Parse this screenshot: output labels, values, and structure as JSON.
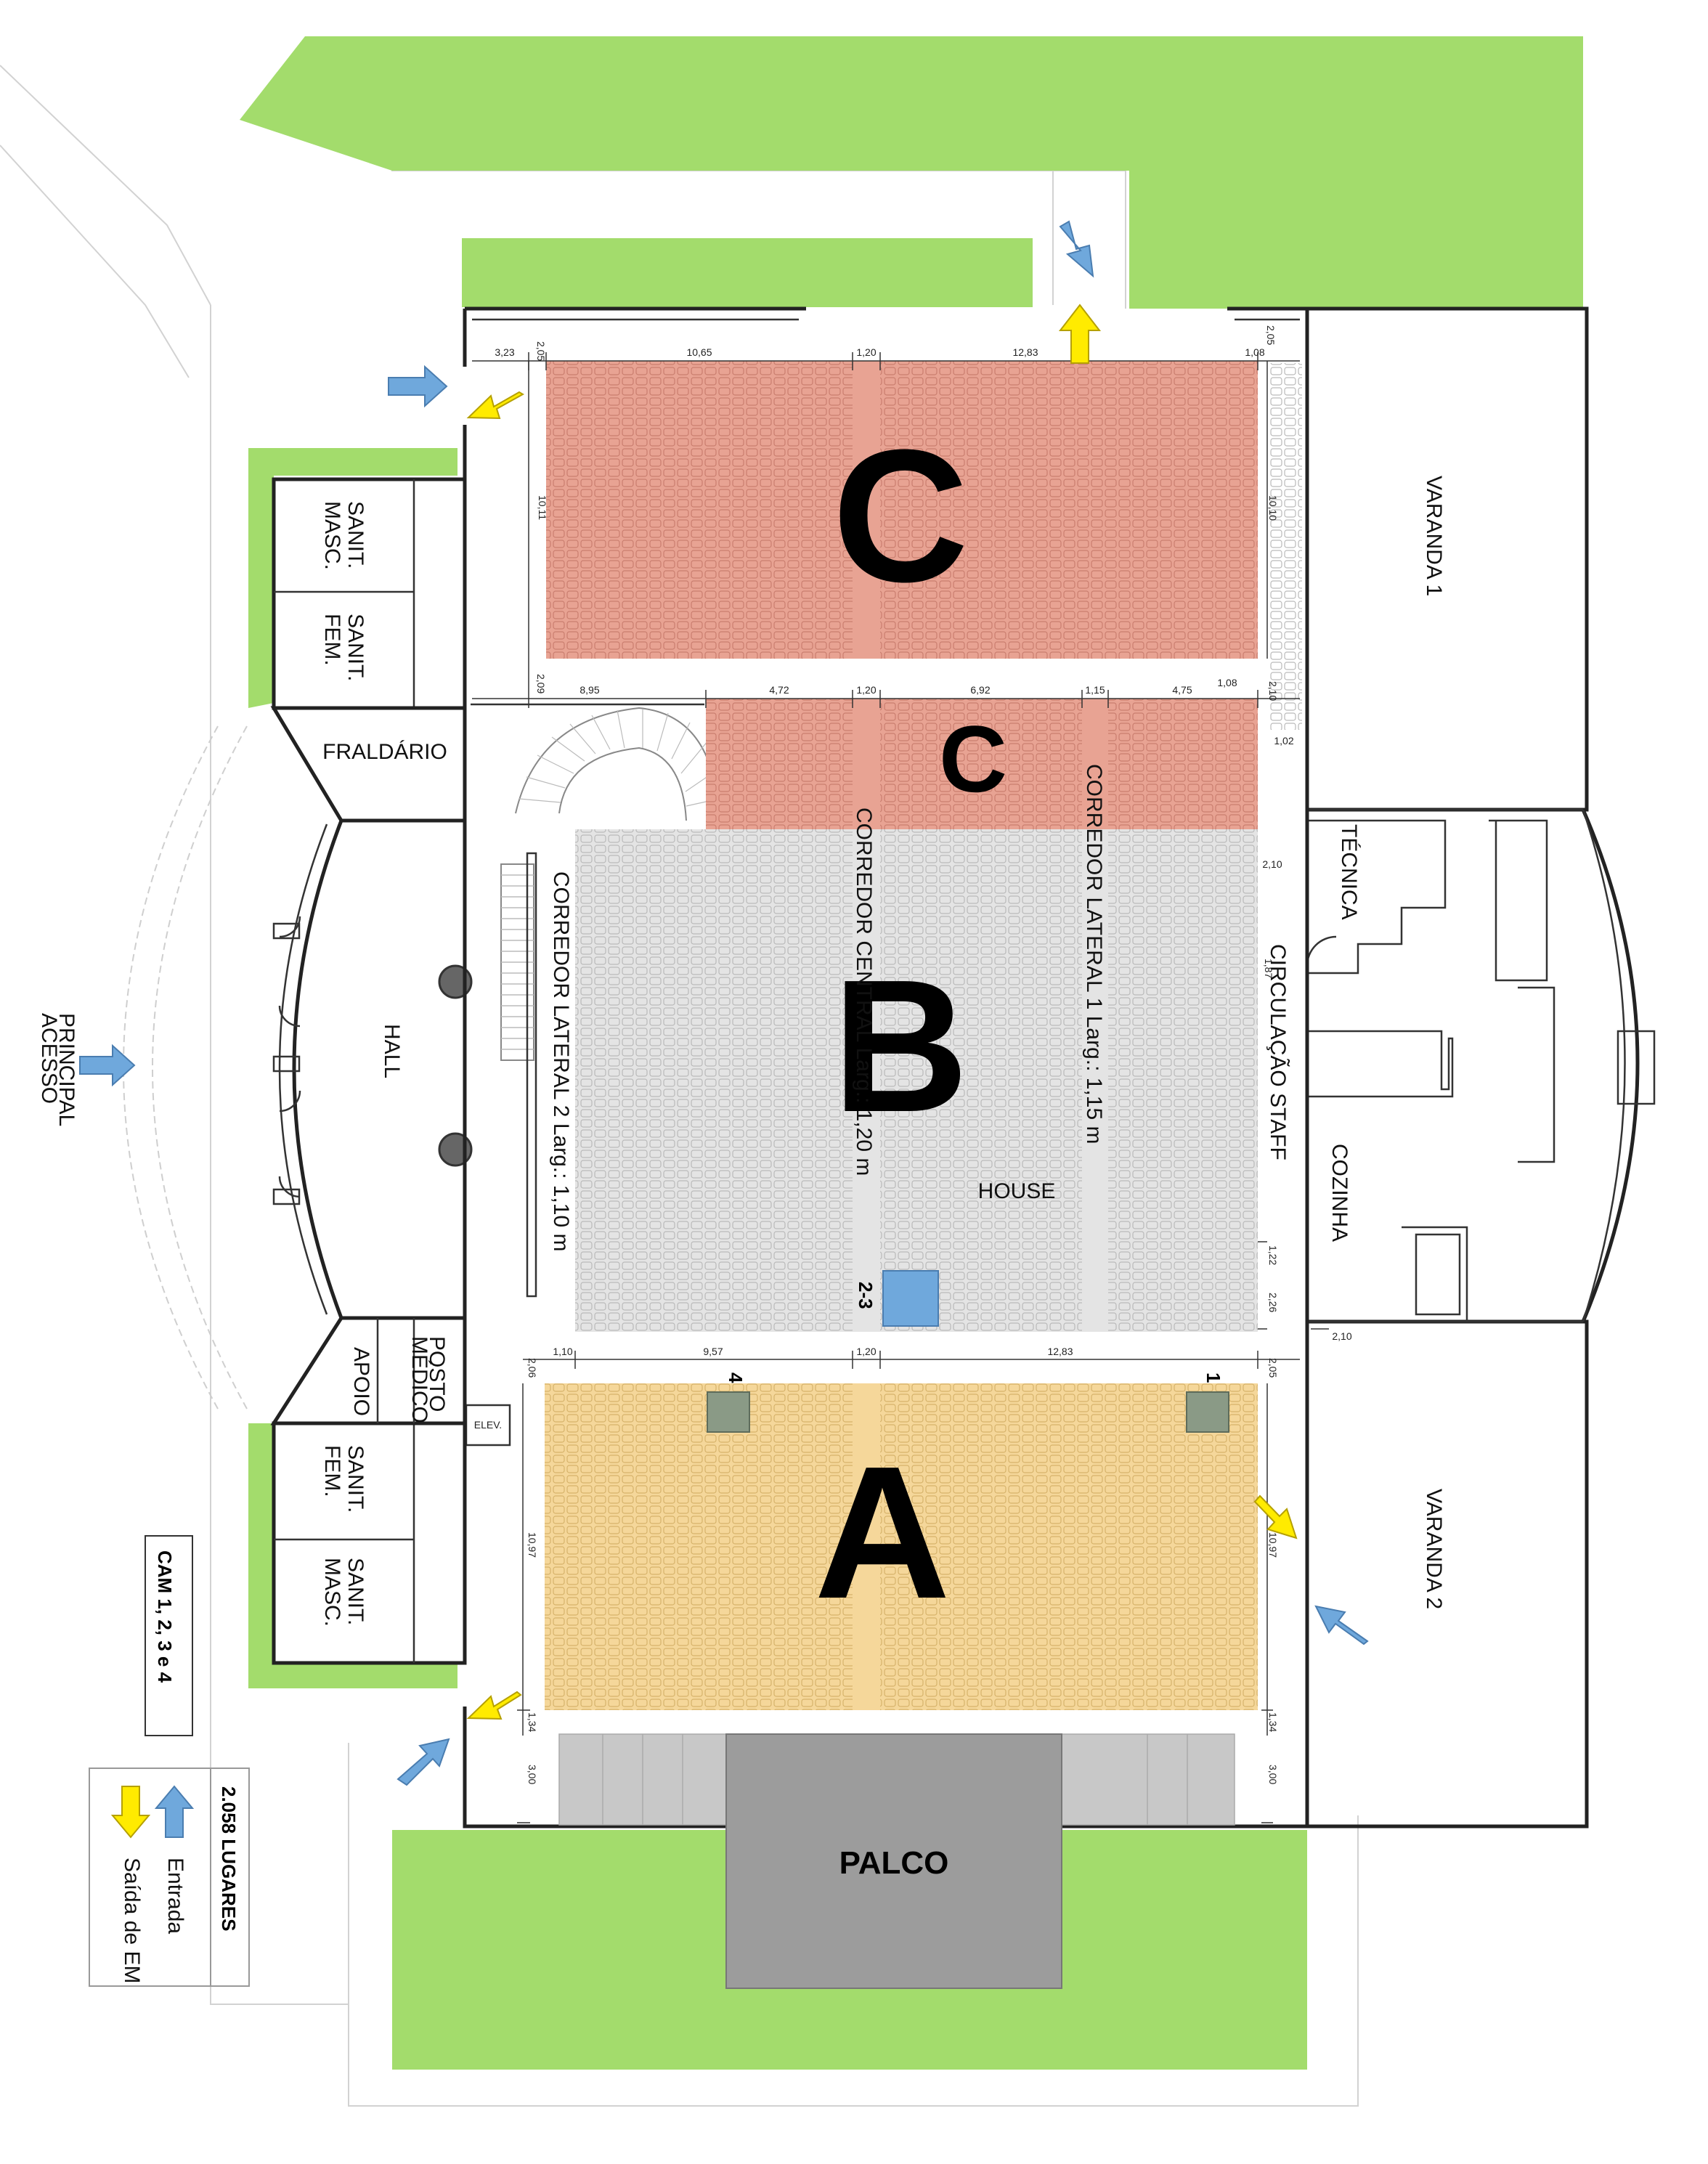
{
  "sections": {
    "c_large": "C",
    "c_small": "C",
    "b": "B",
    "a": "A"
  },
  "rooms": {
    "varanda1": "VARANDA 1",
    "varanda2": "VARANDA 2",
    "tecnica": "TÉCNICA",
    "cozinha": "COZINHA",
    "hall": "HALL",
    "fraldario": "FRALDÁRIO",
    "sanit_masc_top_1": "SANIT.",
    "sanit_masc_top_2": "MASC.",
    "sanit_fem_top_1": "SANIT.",
    "sanit_fem_top_2": "FEM.",
    "sanit_fem_bot_1": "SANIT.",
    "sanit_fem_bot_2": "FEM.",
    "sanit_masc_bot_1": "SANIT.",
    "sanit_masc_bot_2": "MASC.",
    "apoio": "APOIO",
    "posto_1": "POSTO",
    "posto_2": "MÉDICO",
    "elev": "ELEV.",
    "palco": "PALCO",
    "house": "HOUSE",
    "acesso_1": "ACESSO",
    "acesso_2": "PRINCIPAL"
  },
  "corridors": {
    "central": "CORREDOR CENTRAL Larg.: 1,20 m",
    "lateral1": "CORREDOR LATERAL 1  Larg.: 1,15 m",
    "lateral2": "CORREDOR LATERAL 2  Larg.: 1,10 m",
    "staff": "CIRCULAÇÃO STAFF"
  },
  "cameras": {
    "cam_23": "2-3",
    "cam_4": "4",
    "cam_1": "1",
    "box": "CAM 1, 2, 3 e 4"
  },
  "legend": {
    "lugares": "2.058 LUGARES",
    "entrada": "Entrada",
    "saida": "Saída de EM"
  },
  "dimensions": {
    "top_323": "3,23",
    "top_205a": "2,05",
    "top_1065": "10,65",
    "top_120a": "1,20",
    "top_1283a": "12,83",
    "top_108a": "1,08",
    "top_205b": "2,05",
    "c_1011": "10,11",
    "c_1010": "10,10",
    "mid_209": "2,09",
    "mid_895": "8,95",
    "mid_472": "4,72",
    "mid_120b": "1,20",
    "mid_692": "6,92",
    "mid_115": "1,15",
    "mid_475": "4,75",
    "mid_108b": "1,08",
    "mid_210": "2,10",
    "mid_102": "1,02",
    "b_210": "2,10",
    "b_187": "1,87",
    "b_122": "1,22",
    "b_226": "2,26",
    "b_210b": "2,10",
    "a_110": "1,10",
    "a_206": "2,06",
    "a_957": "9,57",
    "a_120c": "1,20",
    "a_1283b": "12,83",
    "a_205": "2,05",
    "a_1097l": "10,97",
    "a_1097r": "10,97",
    "a_134l": "1,34",
    "a_134r": "1,34",
    "a_300l": "3,00",
    "a_300r": "3,00"
  },
  "colors": {
    "green": "#a3dc6c",
    "section_c": "#e8a393",
    "section_b": "#e4e4e4",
    "section_a": "#f5d79a",
    "stage": "#9c9c9c",
    "entry_arrow": "#6fa8dc",
    "exit_arrow": "#ffeb00"
  }
}
